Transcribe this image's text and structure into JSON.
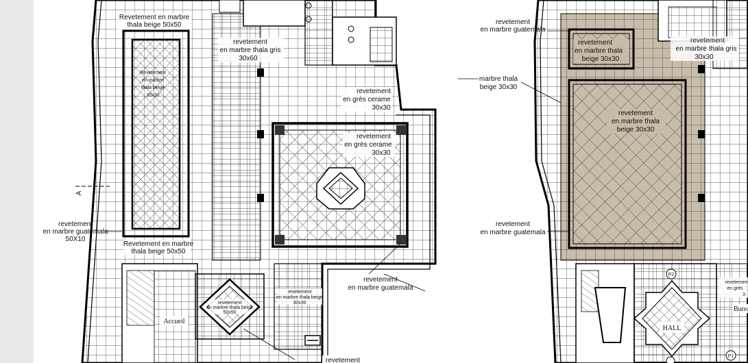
{
  "viewer": {
    "background": "#e9e9e9",
    "sheet_color": "#ffffff",
    "ink_color": "#111111",
    "fill_color": "#c8bdaa"
  },
  "plan_left": {
    "labels": {
      "marbre_top_1": "Revetement  en marbre",
      "marbre_top_2": "thala beige 50x50",
      "grey_1": "revetement",
      "grey_2": "en marbre thala gris",
      "grey_3": "30x60",
      "pool_1": "Revetement",
      "pool_2": "en marbre",
      "pool_3": "thala beige",
      "pool_4": "30x30",
      "gres_right_1": "revetement",
      "gres_right_2": "en grès cerame",
      "gres_right_3": "30x30",
      "gres_court_1": "revetement",
      "gres_court_2": "en grès cerame",
      "gres_court_3": "30x30",
      "guat_left_1": "revetement",
      "guat_left_2": "en marbre guatemala",
      "guat_left_3": "50X10",
      "marbre_bottom_1": "Revetement  en marbre",
      "marbre_bottom_2": "thala beige 50x50",
      "guat_bottom_1": "revetement",
      "guat_bottom_2": "en marbre guatemala",
      "small_a_1": "revetement",
      "small_a_2": "en marbre thala beige",
      "small_a_3": "50x50",
      "small_b_1": "revetement",
      "small_b_2": "en marbre thala beige",
      "small_b_3": "30x30",
      "accueil": "Accueil",
      "cut_mark": "A",
      "bottom_cut": "revetement"
    }
  },
  "plan_right": {
    "labels": {
      "guat_top_1": "revetement",
      "guat_top_2": "en marbre guatemala",
      "thala_1": "marbre thala",
      "thala_2": "beige   30x30",
      "small_rect_1": "revetement",
      "small_rect_2": "en marbre thala",
      "small_rect_3": "beige   30x30",
      "gris_1": "revetement",
      "gris_2": "en marbre thala gris",
      "gris_3": "30x30",
      "big_rect_1": "revetement",
      "big_rect_2": "en marbre thala",
      "big_rect_3": "beige   30x30",
      "guat_mid_1": "revetement",
      "guat_mid_2": "en marbre guatemala",
      "gres_1": "revetement",
      "gres_2": "en grès",
      "gres_3": "3",
      "hall": "HALL",
      "p2": "P2",
      "p1": "P1",
      "bureau": "Bureau"
    }
  }
}
